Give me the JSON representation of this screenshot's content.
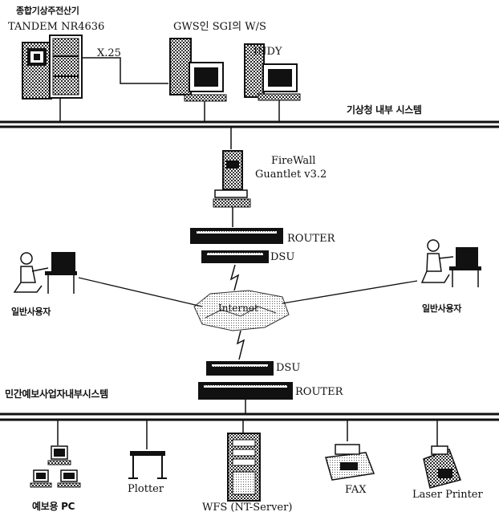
{
  "top_left_korean": "종합기상주전산기",
  "tandem_label": "TANDEM NR4636",
  "x25_label": "X.25",
  "gws_label": "GWS인 SGI의 W/S",
  "indy_label": "INDY",
  "kma_internal": "기상청 내부 시스템",
  "firewall_line1": "FireWall",
  "firewall_line2": "Guantlet v3.2",
  "router_label": "ROUTER",
  "dsu_label": "DSU",
  "user_left": "일반사용자",
  "user_right": "일반사용자",
  "internet_label": "Internet",
  "private_internal": "민간예보사업자내부시스템",
  "dsu_label_2": "DSU",
  "router_label_2": "ROUTER",
  "forecast_pc": "예보용 PC",
  "plotter": "Plotter",
  "wfs": "WFS (NT-Server)",
  "fax": "FAX",
  "laser_printer": "Laser Printer",
  "colors": {
    "ink": "#111111",
    "paper": "#ffffff",
    "mid": "#8a8a8a"
  }
}
